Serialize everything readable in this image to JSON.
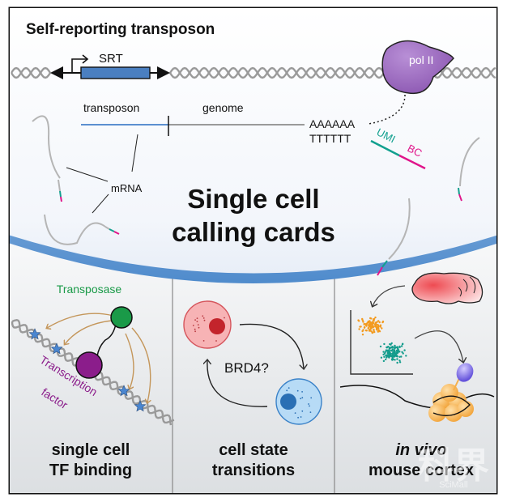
{
  "figure": {
    "title": "Self-reporting transposon",
    "main_title_line1": "Single cell",
    "main_title_line2": "calling cards",
    "colors": {
      "border": "#111111",
      "panel_bg": "#f1f3f5",
      "cell_bg": "#f5f8fd",
      "cell_edge": "#5b95d1",
      "dna": "#9a9a9a",
      "srt_box": "#4a7fc1",
      "transposon_line": "#5b8fd0",
      "genome_line": "#9a9a9a",
      "pol2": "#8e59b3",
      "umi": "#12a08f",
      "bc": "#e0158a",
      "transposase": "#1a9a48",
      "tf": "#8b1d8b",
      "arrow_brown": "#c4965a",
      "star": "#4a86d0",
      "cell_red": "#f3a6a8",
      "cell_red_nucleus": "#c3242c",
      "cell_blue": "#a9d4f5",
      "cell_blue_nucleus": "#2a6fb4",
      "orange_dots": "#f39a1e",
      "teal_dots": "#139c8c",
      "brain": "#f0666a",
      "nucleosome": "#f5b04a",
      "purple_oval": "#6b5ce0"
    }
  },
  "top": {
    "srt_label": "SRT",
    "pol2_label": "pol II",
    "transposon_label": "transposon",
    "genome_label": "genome",
    "polyA": "AAAAAA",
    "polyT": "TTTTTT",
    "umi_label": "UMI",
    "bc_label": "BC",
    "mrna_label": "mRNA"
  },
  "panels": [
    {
      "id": "tf-binding",
      "caption_line1": "single cell",
      "caption_line2": "TF binding",
      "transposase_label": "Transposase",
      "tf_label_line1": "Transcription",
      "tf_label_line2": "factor"
    },
    {
      "id": "cell-state",
      "caption_line1": "cell state",
      "caption_line2": "transitions",
      "center_label": "BRD4?"
    },
    {
      "id": "in-vivo",
      "caption_line1": "in vivo",
      "caption_line2": "mouse cortex"
    }
  ],
  "watermark": {
    "text1": "科界",
    "text2": "SciMall"
  }
}
